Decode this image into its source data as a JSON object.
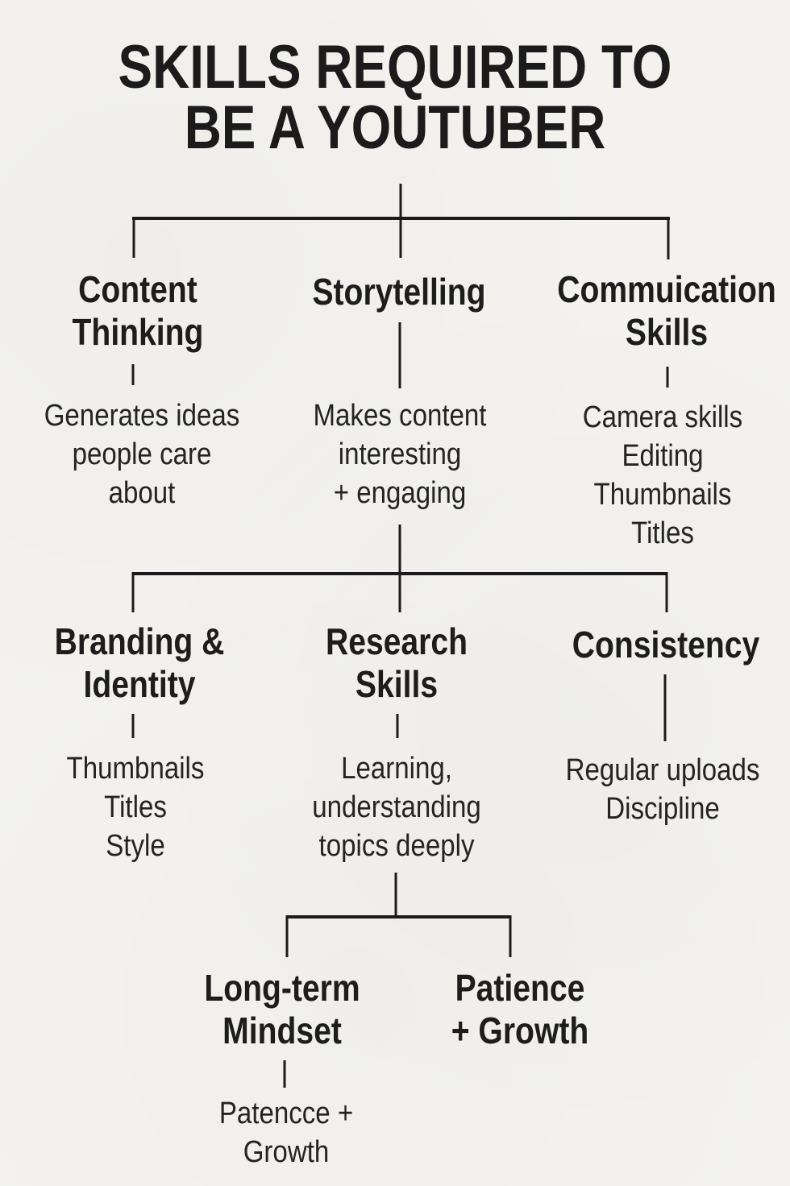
{
  "colors": {
    "background": "#f3f2ee",
    "ink": "#1e1e1e",
    "line": "#1b1b1b"
  },
  "title": {
    "text": "SKILLS REQUIRED TO\nBE A YOUTUBER"
  },
  "diagram": {
    "level1": [
      {
        "heading": "Content\nThinking",
        "detail": "Generates ideas\npeople care\nabout"
      },
      {
        "heading": "Storytelling",
        "detail": "Makes content\ninteresting\n+ engaging"
      },
      {
        "heading": "Commuication\nSkills",
        "detail": "Camera skills\nEditing\nThumbnails\nTitles"
      }
    ],
    "level2": [
      {
        "heading": "Branding &\nIdentity",
        "detail": "Thumbnails\nTitles\nStyle"
      },
      {
        "heading": "Research\nSkills",
        "detail": "Learning,\nunderstanding\ntopics deeply"
      },
      {
        "heading": "Consistency",
        "detail": "Regular uploads\nDiscipline"
      }
    ],
    "level3": [
      {
        "heading": "Long-term\nMindset",
        "detail": "Patencce +\nGrowth"
      },
      {
        "heading": "Patience\n+ Growth",
        "detail": ""
      }
    ]
  }
}
